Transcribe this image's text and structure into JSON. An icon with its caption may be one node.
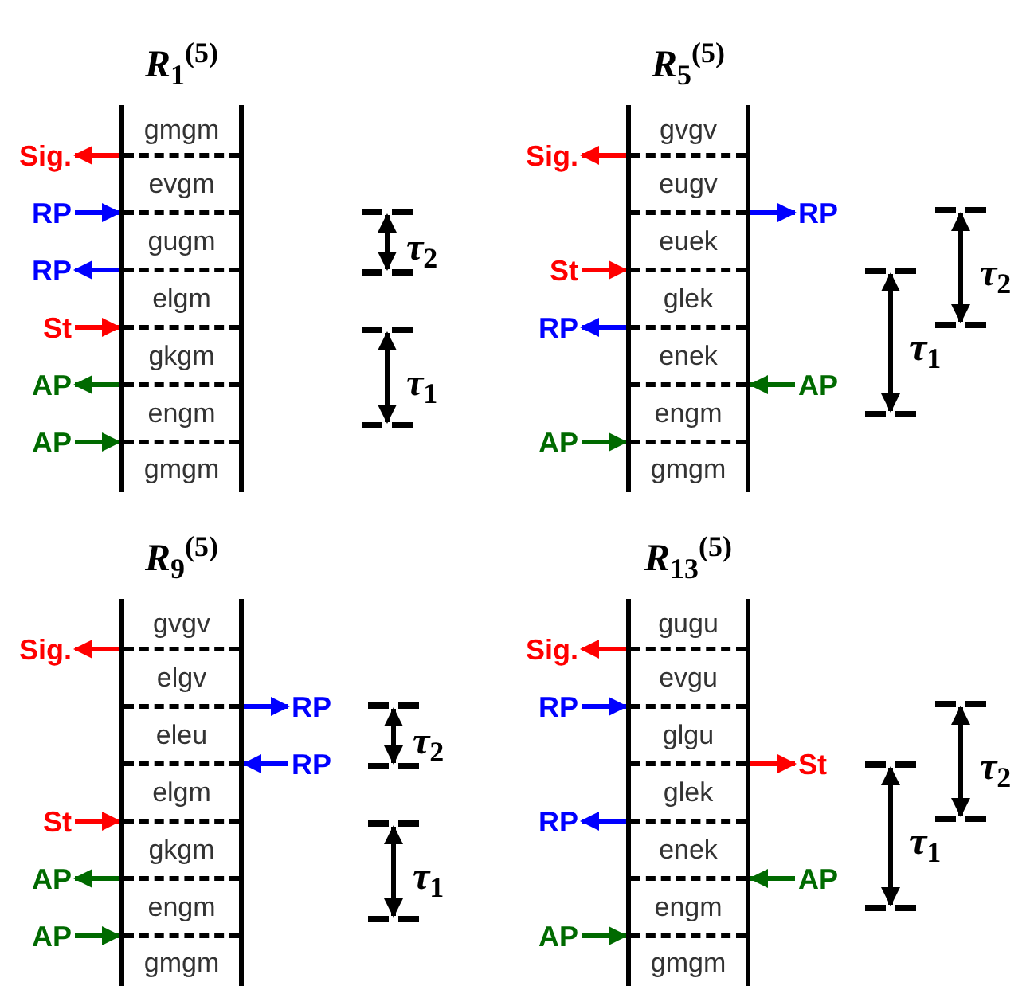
{
  "diagram": {
    "nodes": [
      {
        "text": [
          "*R*$_{1}$$^{(5)}$"
        ]
      },
      {
        "text": [
          "gmgm"
        ],
        "in": 0
      },
      {
        "text": [
          "evgm"
        ],
        "in": 0
      },
      {
        "text": [
          "gugm"
        ],
        "in": 0
      },
      {
        "text": [
          "elgm"
        ],
        "in": 0
      },
      {
        "text": [
          "gkgm"
        ],
        "in": 0
      },
      {
        "text": [
          "engm"
        ],
        "in": 0
      },
      {
        "text": [
          "gmgm"
        ],
        "in": 0
      },
      {
        "text": [
          "Sig."
        ]
      },
      {
        "text": [
          "RP"
        ]
      },
      {
        "text": [
          "RP"
        ]
      },
      {
        "text": [
          "St"
        ]
      },
      {
        "text": [
          "AP"
        ]
      },
      {
        "text": [
          "AP"
        ]
      },
      {
        "text": [
          "*R*$_{5}$$^{(5)}$"
        ]
      },
      {
        "text": [
          "gvgv"
        ],
        "in": 14
      },
      {
        "text": [
          "eugv"
        ],
        "in": 14
      },
      {
        "text": [
          "euek"
        ],
        "in": 14
      },
      {
        "text": [
          "glek"
        ],
        "in": 14
      },
      {
        "text": [
          "enek"
        ],
        "in": 14
      },
      {
        "text": [
          "engm"
        ],
        "in": 14
      },
      {
        "text": [
          "gmgm"
        ],
        "in": 14
      },
      {
        "text": [
          "Sig."
        ]
      },
      {
        "text": [
          "RP"
        ]
      },
      {
        "text": [
          "St"
        ]
      },
      {
        "text": [
          "RP"
        ]
      },
      {
        "text": [
          "AP"
        ]
      },
      {
        "text": [
          "AP"
        ]
      },
      {
        "text": [
          "*R*$_{9}$$^{(5)}$"
        ]
      },
      {
        "text": [
          "gvgv"
        ],
        "in": 28
      },
      {
        "text": [
          "elgv"
        ],
        "in": 28
      },
      {
        "text": [
          "eleu"
        ],
        "in": 28
      },
      {
        "text": [
          "elgm"
        ],
        "in": 28
      },
      {
        "text": [
          "gkgm"
        ],
        "in": 28
      },
      {
        "text": [
          "engm"
        ],
        "in": 28
      },
      {
        "text": [
          "gmgm"
        ],
        "in": 28
      },
      {
        "text": [
          "Sig."
        ]
      },
      {
        "text": [
          "RP"
        ]
      },
      {
        "text": [
          "RP"
        ]
      },
      {
        "text": [
          "St"
        ]
      },
      {
        "text": [
          "AP"
        ]
      },
      {
        "text": [
          "AP"
        ]
      },
      {
        "text": [
          "*R*$_{13}$$^{(5)}$"
        ]
      },
      {
        "text": [
          "gugu"
        ],
        "in": 42
      },
      {
        "text": [
          "evgu"
        ],
        "in": 42
      },
      {
        "text": [
          "glgu"
        ],
        "in": 42
      },
      {
        "text": [
          "glek"
        ],
        "in": 42
      },
      {
        "text": [
          "enek"
        ],
        "in": 42
      },
      {
        "text": [
          "engm"
        ],
        "in": 42
      },
      {
        "text": [
          "gmgm"
        ],
        "in": 42
      },
      {
        "text": [
          "Sig."
        ]
      },
      {
        "text": [
          "RP"
        ]
      },
      {
        "text": [
          "St"
        ]
      },
      {
        "text": [
          "RP"
        ]
      },
      {
        "text": [
          "AP"
        ]
      },
      {
        "text": [
          "AP"
        ]
      }
    ],
    "edges": [
      {
        "from": 0,
        "to": 8,
        "arrow": "to",
        "color": "#ff0000"
      },
      {
        "from": 9,
        "to": 0,
        "arrow": "to",
        "color": "#0000ff"
      },
      {
        "from": 0,
        "to": 10,
        "arrow": "to",
        "color": "#0000ff"
      },
      {
        "from": 11,
        "to": 0,
        "arrow": "to",
        "color": "#ff0000"
      },
      {
        "from": 0,
        "to": 12,
        "arrow": "to",
        "color": "#006a00"
      },
      {
        "from": 13,
        "to": 0,
        "arrow": "to",
        "color": "#006a00"
      },
      {
        "from": 14,
        "to": 22,
        "arrow": "to",
        "color": "#ff0000"
      },
      {
        "from": 14,
        "to": 23,
        "arrow": "to",
        "color": "#0000ff"
      },
      {
        "from": 24,
        "to": 14,
        "arrow": "to",
        "color": "#ff0000"
      },
      {
        "from": 14,
        "to": 25,
        "arrow": "to",
        "color": "#0000ff"
      },
      {
        "from": 26,
        "to": 14,
        "arrow": "to",
        "color": "#006a00"
      },
      {
        "from": 27,
        "to": 14,
        "arrow": "to",
        "color": "#006a00"
      },
      {
        "from": 28,
        "to": 36,
        "arrow": "to",
        "color": "#ff0000"
      },
      {
        "from": 28,
        "to": 37,
        "arrow": "to",
        "color": "#0000ff"
      },
      {
        "from": 38,
        "to": 28,
        "arrow": "to",
        "color": "#0000ff"
      },
      {
        "from": 39,
        "to": 28,
        "arrow": "to",
        "color": "#ff0000"
      },
      {
        "from": 28,
        "to": 40,
        "arrow": "to",
        "color": "#006a00"
      },
      {
        "from": 41,
        "to": 28,
        "arrow": "to",
        "color": "#006a00"
      },
      {
        "from": 42,
        "to": 50,
        "arrow": "to",
        "color": "#ff0000"
      },
      {
        "from": 51,
        "to": 42,
        "arrow": "to",
        "color": "#0000ff"
      },
      {
        "from": 42,
        "to": 52,
        "arrow": "to",
        "color": "#ff0000"
      },
      {
        "from": 42,
        "to": 53,
        "arrow": "to",
        "color": "#0000ff"
      },
      {
        "from": 54,
        "to": 42,
        "arrow": "to",
        "color": "#006a00"
      },
      {
        "from": 55,
        "to": 42,
        "arrow": "to",
        "color": "#006a00"
      }
    ],
    "labels": [
      "*τ*$_{2}$",
      "*τ*$_{1}$",
      "*τ*$_{2}$",
      "*τ*$_{1}$",
      "*τ*$_{2}$",
      "*τ*$_{1}$",
      "*τ*$_{2}$",
      "*τ*$_{1}$"
    ]
  }
}
